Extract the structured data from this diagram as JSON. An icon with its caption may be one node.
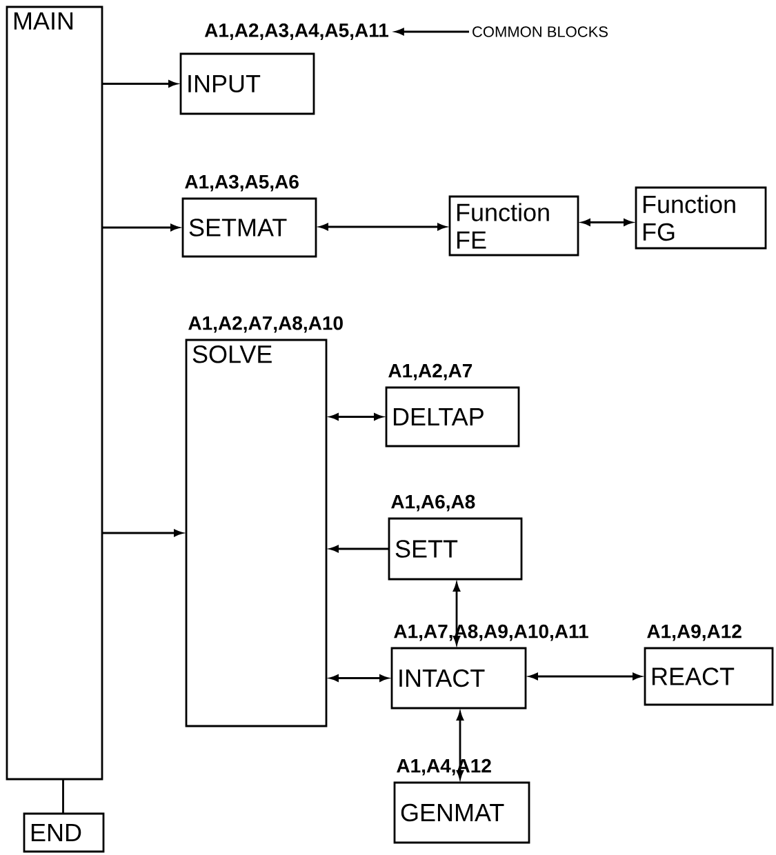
{
  "diagram": {
    "nodes": [
      {
        "text": [
          "MAIN"
        ]
      },
      {
        "text": [
          "END"
        ]
      },
      {
        "text": [
          "A1,A2,A3,A4,A5,A11"
        ]
      },
      {
        "text": [
          "COMMON BLOCKS"
        ]
      },
      {
        "text": [
          "INPUT"
        ]
      },
      {
        "text": [
          "SETMAT"
        ],
        "beside": [
          "A1,A3,A5,A6"
        ]
      },
      {
        "text": [
          "Function FE"
        ]
      },
      {
        "text": [
          "Function FG"
        ]
      },
      {
        "text": [
          "SOLVE"
        ],
        "beside": [
          "A1,A2,A7,A8,A10"
        ]
      },
      {
        "text": [
          "DELTAP"
        ],
        "beside": [
          "A1,A2,A7"
        ]
      },
      {
        "text": [
          "SETT"
        ],
        "beside": [
          "A1,A6,A8"
        ]
      },
      {
        "text": [
          "INTACT"
        ],
        "beside": [
          "A1,A7,A8,A9,A10,A11"
        ]
      },
      {
        "text": [
          "REACT"
        ],
        "beside": [
          "A1,A9,A12"
        ]
      },
      {
        "text": [
          "GENMAT"
        ],
        "beside": [
          "A1,A4,A12"
        ]
      }
    ],
    "edges": [
      {
        "from": 0,
        "to": 4,
        "arrow": "to"
      },
      {
        "from": 0,
        "to": 5,
        "arrow": "to"
      },
      {
        "from": 5,
        "to": 6,
        "arrow": "both"
      },
      {
        "from": 6,
        "to": 7,
        "arrow": "both"
      },
      {
        "from": 0,
        "to": 8,
        "arrow": "to"
      },
      {
        "from": 8,
        "to": 9,
        "arrow": "both"
      },
      {
        "from": 10,
        "to": 8,
        "arrow": "to"
      },
      {
        "from": 10,
        "to": 11,
        "arrow": "both"
      },
      {
        "from": 8,
        "to": 11,
        "arrow": "both"
      },
      {
        "from": 11,
        "to": 12,
        "arrow": "both"
      },
      {
        "from": 11,
        "to": 13,
        "arrow": "both"
      },
      {
        "from": 0,
        "to": 1,
        "arrow": "none"
      },
      {
        "from": 3,
        "to": 2,
        "arrow": "to"
      }
    ]
  }
}
